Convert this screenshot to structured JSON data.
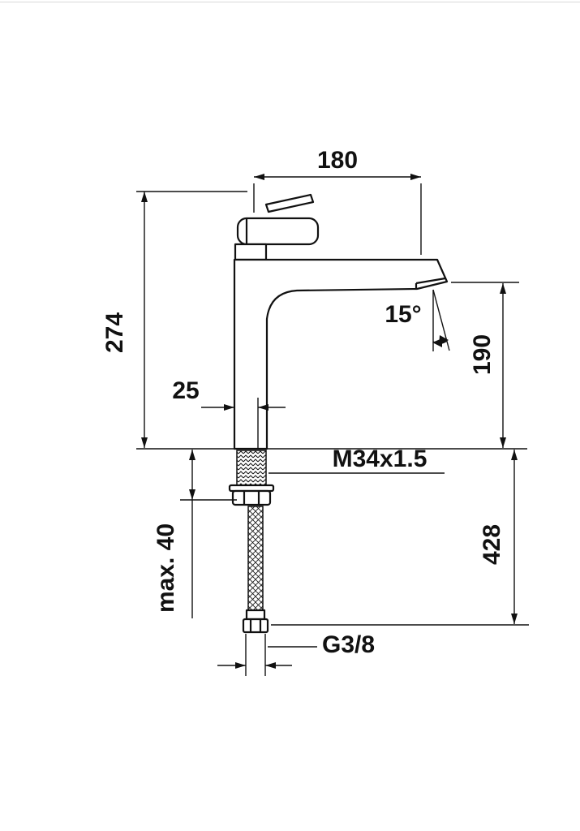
{
  "colors": {
    "line": "#111111",
    "background": "#ffffff"
  },
  "drawing": {
    "labels": {
      "spout_reach": "180",
      "height_above_deck": "274",
      "body_offset": "25",
      "spray_angle": "15°",
      "outlet_height": "190",
      "body_thread": "M34x1.5",
      "overall_depth": "428",
      "max_deck_thickness": "max. 40",
      "supply_thread": "G3/8"
    }
  }
}
